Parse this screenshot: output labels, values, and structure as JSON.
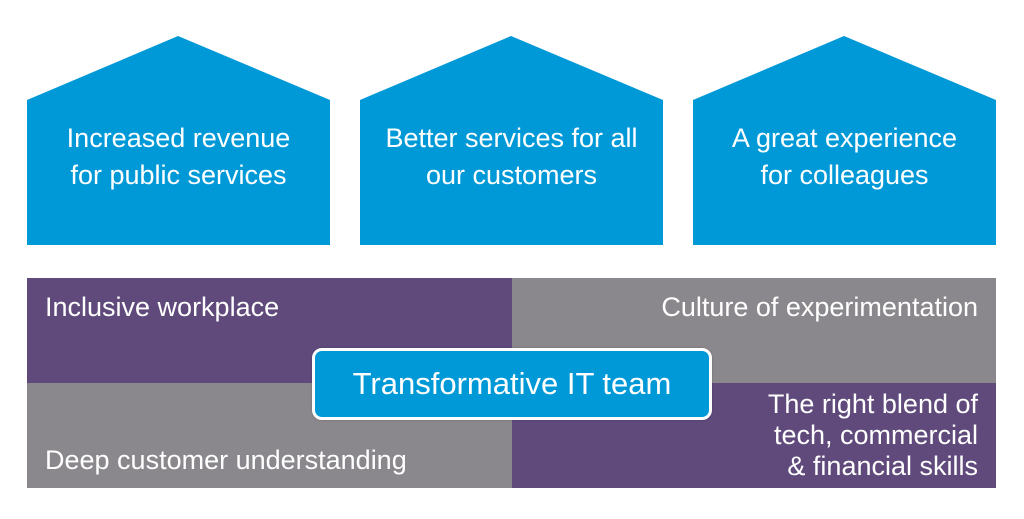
{
  "colors": {
    "blue": "#0099d8",
    "purple": "#5f4a7b",
    "grey": "#8a888c"
  },
  "houses": [
    {
      "lines": [
        "Increased revenue",
        "for public services"
      ]
    },
    {
      "lines": [
        "Better services for all",
        "our customers"
      ]
    },
    {
      "lines": [
        "A great experience",
        "for colleagues"
      ]
    }
  ],
  "quadrants": {
    "top_left": "Inclusive workplace",
    "top_right": "Culture of experimentation",
    "bottom_left": "Deep customer understanding",
    "bottom_right": [
      "The right blend of",
      "tech, commercial",
      "& financial skills"
    ]
  },
  "center": "Transformative IT team"
}
